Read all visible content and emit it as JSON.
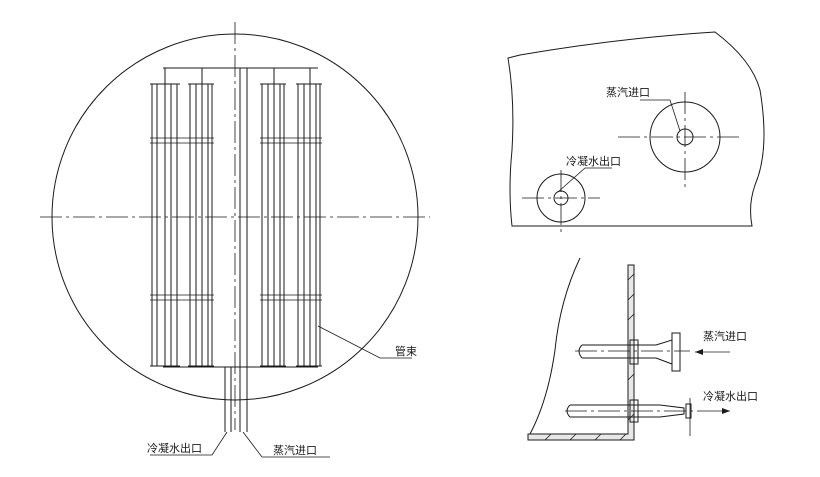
{
  "left_view": {
    "label_tube_bundle": "管束",
    "label_condensate_outlet": "冷凝水出口",
    "label_steam_inlet": "蒸汽进口"
  },
  "top_right_view": {
    "label_steam_inlet": "蒸汽进口",
    "label_condensate_outlet": "冷凝水出口"
  },
  "bottom_right_view": {
    "label_steam_inlet": "蒸汽进口",
    "label_condensate_outlet": "冷凝水出口"
  }
}
